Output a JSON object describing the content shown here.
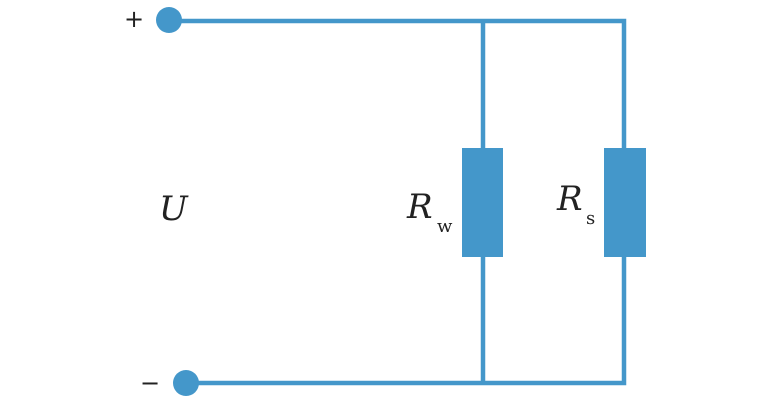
{
  "colors": {
    "wire": "#4497ca",
    "text": "#222222"
  },
  "labels": {
    "plus": "+",
    "minus": "−",
    "voltage": "U",
    "rw_main": "R",
    "rw_sub": "w",
    "rs_main": "R",
    "rs_sub": "s"
  }
}
